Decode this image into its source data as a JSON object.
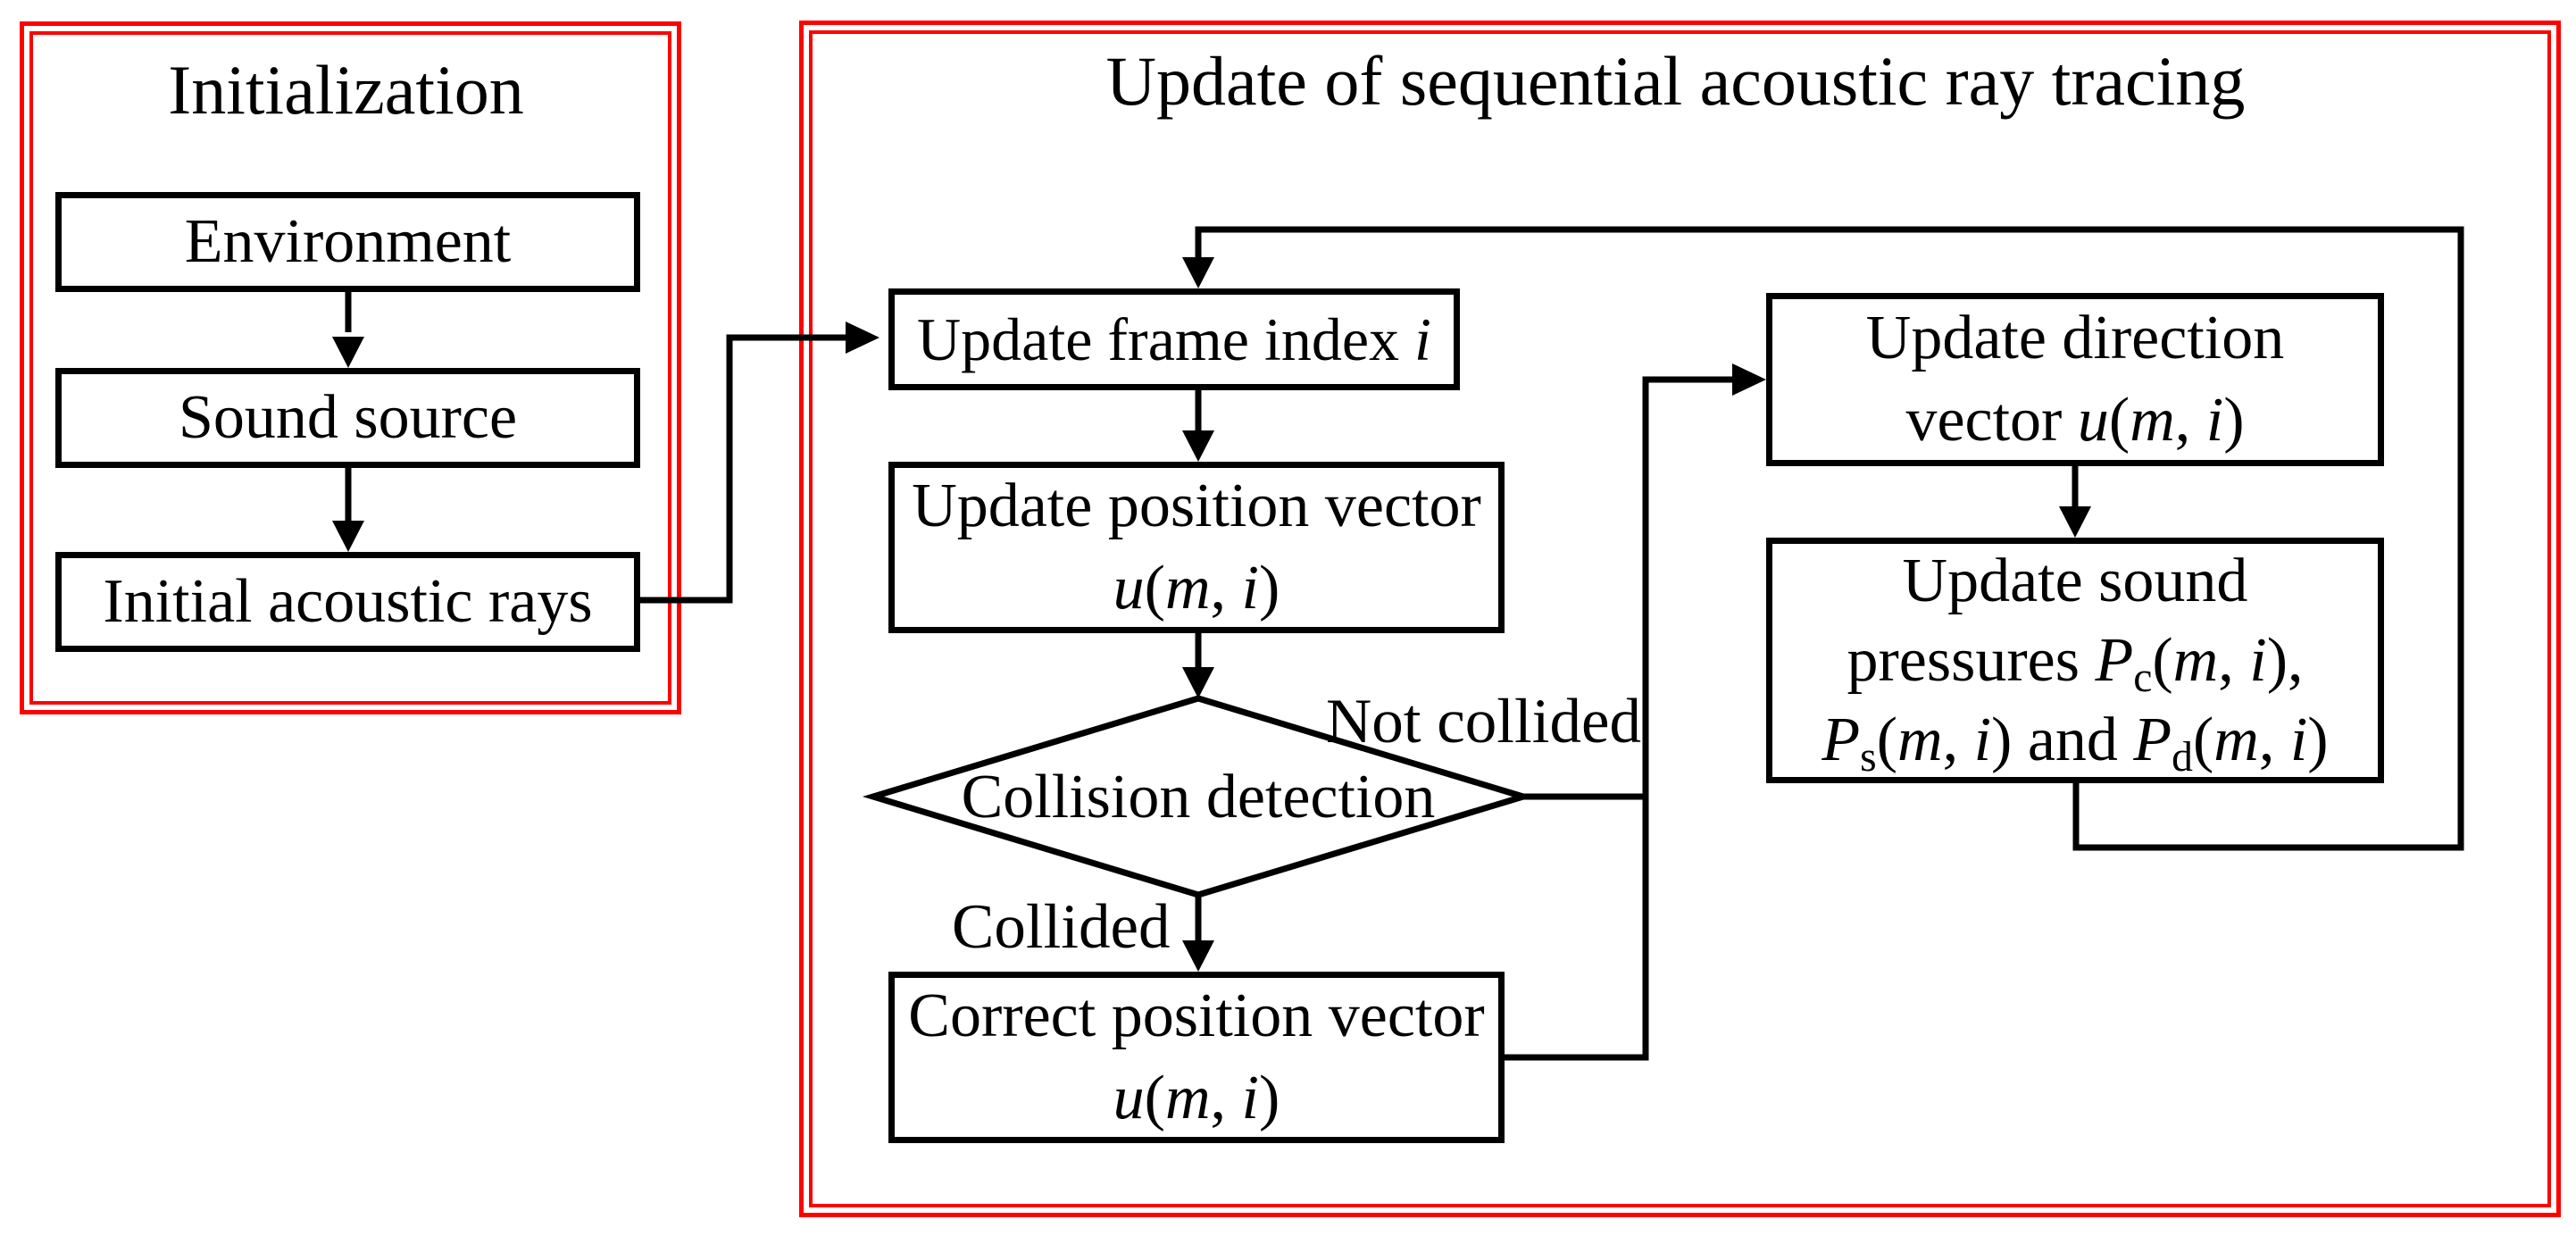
{
  "colors": {
    "accent_red": "#ff0000",
    "line_black": "#000000",
    "background": "#ffffff"
  },
  "panels": {
    "initialization": {
      "title": "Initialization",
      "boxes": [
        {
          "label": "Environment"
        },
        {
          "label": "Sound source"
        },
        {
          "label": "Initial acoustic rays"
        }
      ]
    },
    "update": {
      "title": "Update of sequential acoustic ray tracing",
      "nodes": {
        "frame_index": {
          "label_html": "Update frame index <i>i</i>"
        },
        "position_vector": {
          "label_html": "Update position vector<br><i>u</i>(<i>m</i>, <i>i</i>)"
        },
        "collision_decision": {
          "label": "Collision detection"
        },
        "correct_position": {
          "label_html": "Correct position vector<br><i>u</i>(<i>m</i>, <i>i</i>)"
        },
        "direction_vector": {
          "label_html": "Update direction<br>vector <i>u</i>(<i>m</i>, <i>i</i>)"
        },
        "sound_pressures": {
          "label_html": "Update sound<br>pressures <i>P</i><sub>c</sub>(<i>m</i>, <i>i</i>),<br><i>P</i><sub>s</sub>(<i>m</i>, <i>i</i>) and <i>P</i><sub>d</sub>(<i>m</i>, <i>i</i>)"
        }
      },
      "edge_labels": {
        "not_collided": "Not collided",
        "collided": "Collided"
      }
    }
  }
}
